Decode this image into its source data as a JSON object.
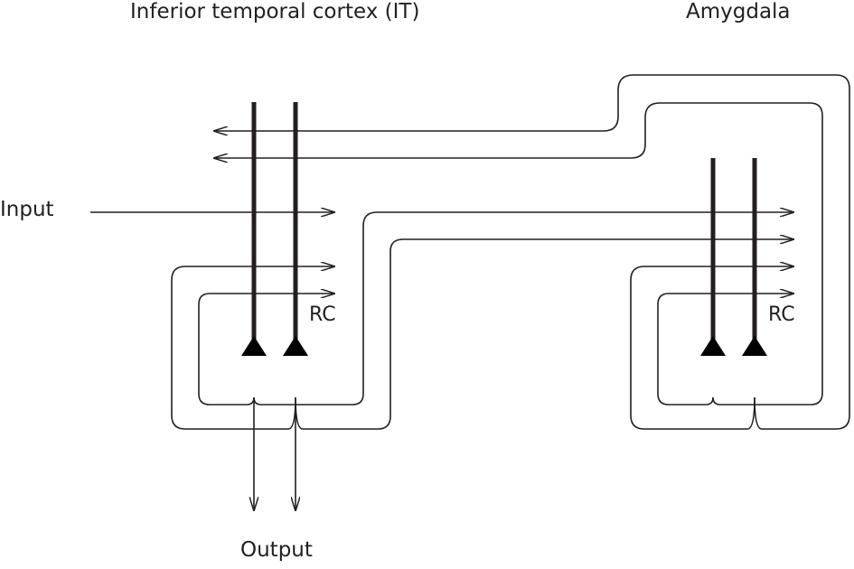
{
  "labels": {
    "it_title": "Inferior temporal cortex (IT)",
    "amygdala_title": "Amygdala",
    "input": "Input",
    "output": "Output",
    "rc_it": "RC",
    "rc_amygdala": "RC"
  },
  "colors": {
    "line": "#231f20",
    "background": "#ffffff"
  }
}
